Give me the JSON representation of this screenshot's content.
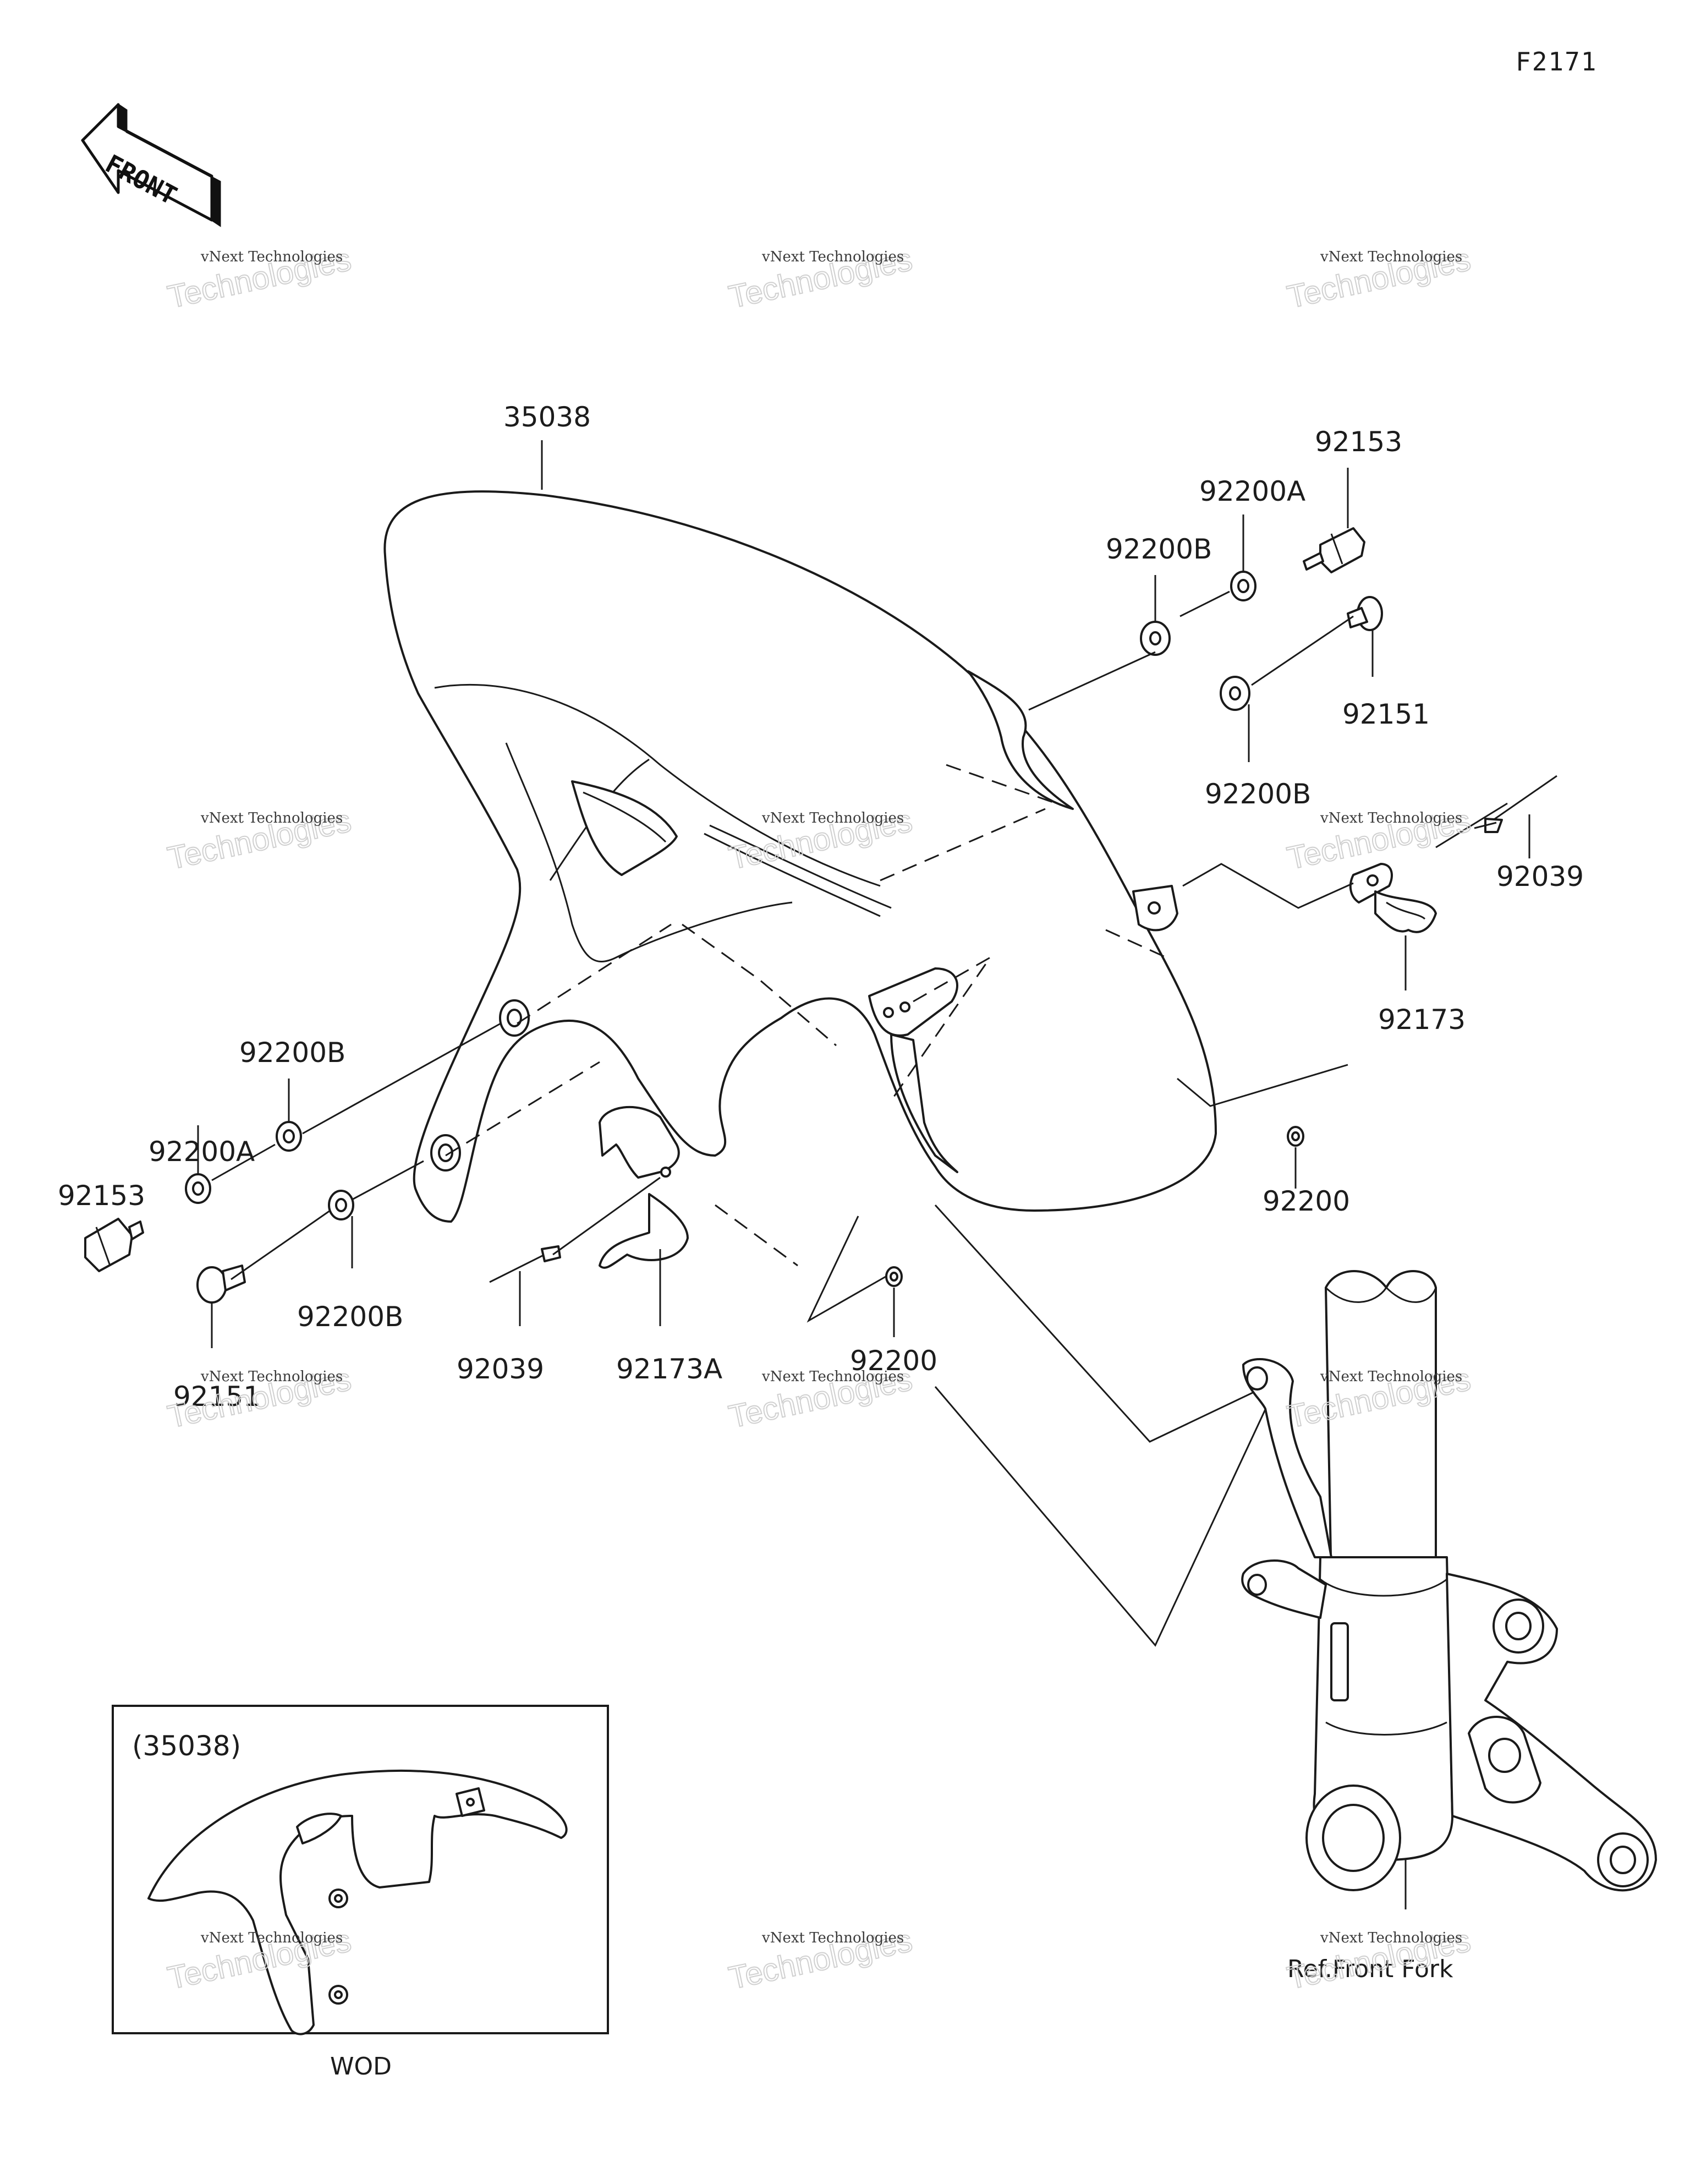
{
  "page": {
    "code": "F2171"
  },
  "orientation": {
    "front_label": "FRONT"
  },
  "watermark": {
    "line1": "vNext Technologies",
    "line2": "Technologies",
    "overlay": "vNext"
  },
  "callouts": {
    "fender": "35038",
    "bolt_top": "92153",
    "washer_a_top": "92200A",
    "washer_b_top": "92200B",
    "screw_top": "92151",
    "washer_b_mid": "92200B",
    "pin_right": "92039",
    "clamp_right": "92173",
    "grommet_right": "92200",
    "washer_b_left": "92200B",
    "washer_a_left": "92200A",
    "bolt_left": "92153",
    "washer_b_left2": "92200B",
    "screw_left": "92151",
    "pin_left": "92039",
    "clamp_left": "92173A",
    "grommet_center": "92200"
  },
  "inset": {
    "title": "(35038)",
    "caption": "WOD"
  },
  "reference": {
    "front_fork": "Ref.Front Fork"
  }
}
